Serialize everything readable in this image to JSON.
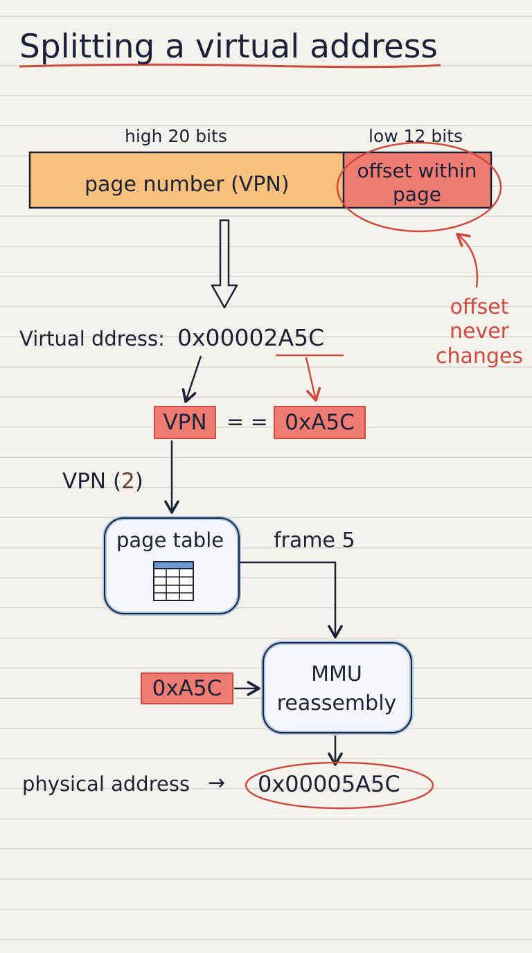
{
  "title": "Splitting a virtual address",
  "address_bar": {
    "high_bits_label": "high 20 bits",
    "low_bits_label": "low 12 bits",
    "page_number_label": "page number (VPN)",
    "offset_label": "offset within page"
  },
  "annotation": {
    "offset_note": "offset never changes"
  },
  "virtual_address": {
    "label": "Virtual ddress:",
    "value": "0x00002A5C"
  },
  "split": {
    "vpn_box": "VPN",
    "equals": "= =",
    "offset_box": "0xA5C"
  },
  "lookup": {
    "vpn_text": "VPN (",
    "vpn_number": "2",
    "vpn_close": ")",
    "page_table_label": "page table",
    "frame_label": "frame 5"
  },
  "mmu": {
    "offset_input": "0xA5C",
    "label": "MMU reassembly"
  },
  "physical": {
    "label": "physical address",
    "arrow": "→",
    "value": "0x00005A5C"
  },
  "colors": {
    "ink": "#1b2236",
    "accent_red": "#d24a43",
    "note_red": "#cf4a3e",
    "vpn_fill": "#f8b86a",
    "offset_fill": "#ef7c72",
    "box_blue": "#a9c4e4"
  }
}
